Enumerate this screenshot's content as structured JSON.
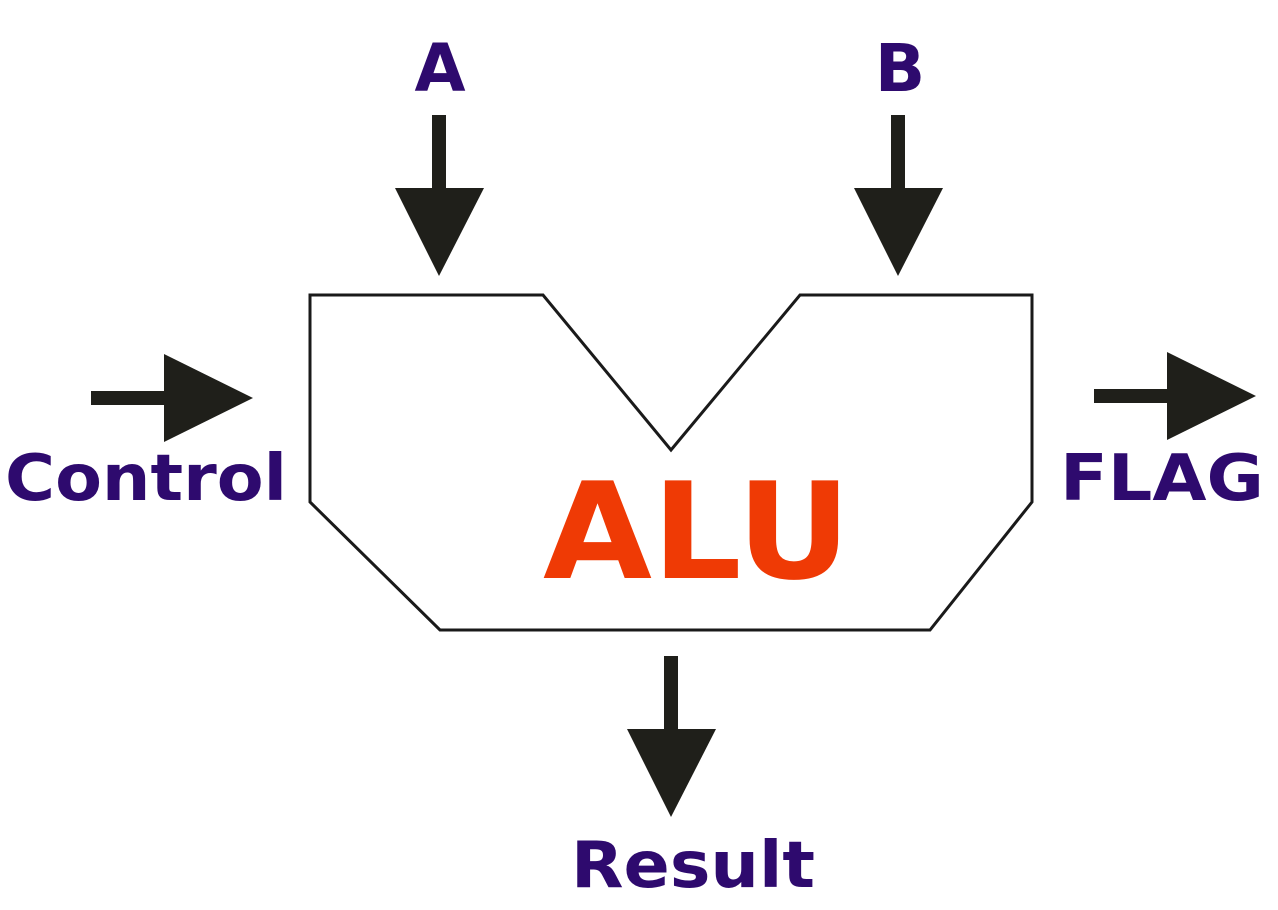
{
  "diagram": {
    "unit_label": "ALU",
    "inputs": {
      "a": "A",
      "b": "B",
      "control": "Control"
    },
    "outputs": {
      "flag": "FLAG",
      "result": "Result"
    }
  },
  "colors": {
    "label": "#2e0a6e",
    "alu": "#ef3a05",
    "arrow": "#1f1f1a",
    "outline": "#1a1a1a",
    "background": "#ffffff"
  }
}
